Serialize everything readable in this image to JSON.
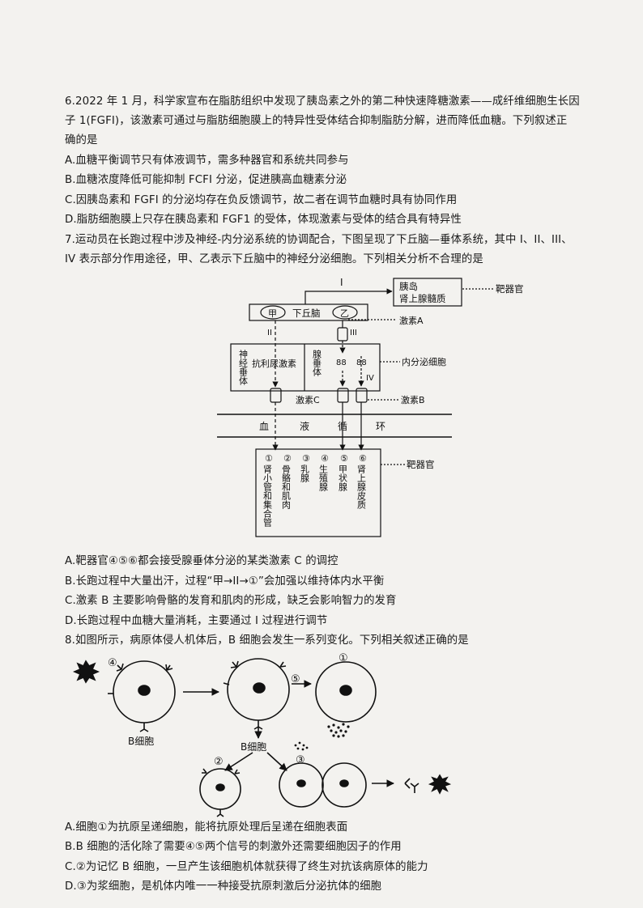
{
  "q6": {
    "stem1": "6.2022 年 1 月，科学家宣布在脂肪组织中发现了胰岛素之外的第二种快速降糖激素——成纤维细胞生长因",
    "stem2": "子 1(FGFI)，该激素可通过与脂肪细胞膜上的特异性受体结合抑制脂肪分解，进而降低血糖。下列叙述正",
    "stem3": "确的是",
    "A": "A.血糖平衡调节只有体液调节，需多种器官和系统共同参与",
    "B": "B.血糖浓度降低可能抑制 FCFI 分泌，促进胰高血糖素分泌",
    "C": "C.因胰岛素和 FGFI 的分泌均存在负反馈调节，故二者在调节血糖时具有协同作用",
    "D": "D.脂肪细胞膜上只存在胰岛素和 FGF1 的受体，体现激素与受体的结合具有特异性"
  },
  "q7": {
    "stem1": "7.运动员在长跑过程中涉及神经-内分泌系统的协调配合，下图呈现了下丘脑—垂体系统，其中 I、II、III、",
    "stem2": "IV 表示部分作用途径，甲、乙表示下丘脑中的神经分泌细胞。下列相关分析不合理的是",
    "A": "A.靶器官④⑤⑥都会接受腺垂体分泌的某类激素 C 的调控",
    "B": "B.长跑过程中大量出汗，过程“甲→II→①”会加强以维持体内水平衡",
    "C": "C.激素 B 主要影响骨骼的发育和肌肉的形成，缺乏会影响智力的发育",
    "D": "D.长跑过程中血糖大量消耗，主要通过 I 过程进行调节"
  },
  "fig7": {
    "path1": "I",
    "target_top": [
      "胰岛",
      "肾上腺髓质"
    ],
    "target_label": "靶器官",
    "jia": "甲",
    "hypothalamus": "下丘脑",
    "yi": "乙",
    "path2": "II",
    "path3": "III",
    "hormone_a": "激素A",
    "neuro_pituitary": "神经垂体",
    "adh": "抗利尿激素",
    "adeno_pituitary": "腺垂体",
    "dots1": "88",
    "dots2": "88",
    "path4": "IV",
    "endocrine_label": "内分泌细胞",
    "hormone_c": "激素C",
    "hormone_b": "激素B",
    "blood": [
      "血",
      "液",
      "循",
      "环"
    ],
    "organs": [
      {
        "num": "①",
        "name": "肾小管和集合管"
      },
      {
        "num": "②",
        "name": "骨骼和肌肉"
      },
      {
        "num": "③",
        "name": "乳腺"
      },
      {
        "num": "④",
        "name": "生殖腺"
      },
      {
        "num": "⑤",
        "name": "甲状腺"
      },
      {
        "num": "⑥",
        "name": "肾上腺皮质"
      }
    ],
    "target_label2": "靶器官"
  },
  "q8": {
    "stem": "8.如图所示，病原体侵人机体后，B 细胞会发生一系列变化。下列相关叙述正确的是",
    "A": "A.细胞①为抗原呈递细胞，能将抗原处理后呈递在细胞表面",
    "B": "B.B 细胞的活化除了需要④⑤两个信号的刺激外还需要细胞因子的作用",
    "C": "C.②为记忆 B 细胞，一旦产生该细胞机体就获得了终生对抗该病原体的能力",
    "D": "D.③为浆细胞，是机体内唯一一种接受抗原刺激后分泌抗体的细胞"
  },
  "fig8": {
    "n4": "④",
    "n5": "⑤",
    "n1": "①",
    "n2": "②",
    "n3": "③",
    "bcell1": "B细胞",
    "bcell2": "B细胞"
  }
}
